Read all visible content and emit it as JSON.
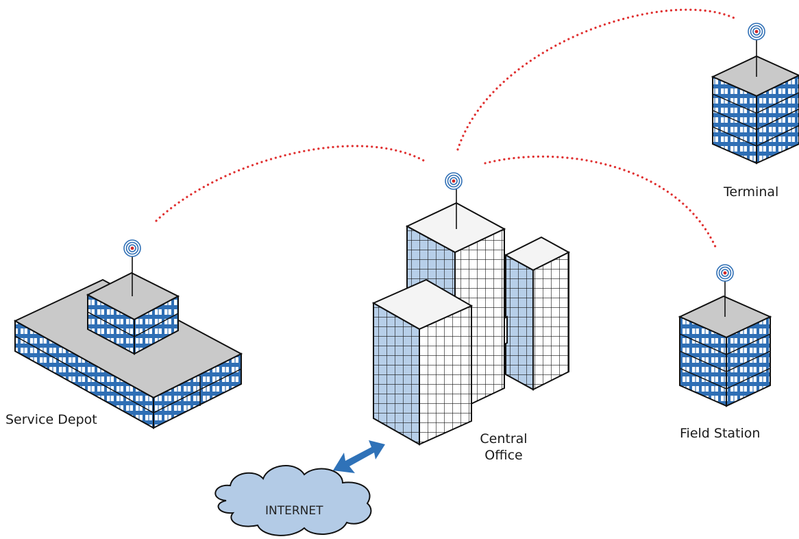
{
  "labels": {
    "service_depot": "Service Depot",
    "central_office_line1": "Central",
    "central_office_line2": "Office",
    "terminal": "Terminal",
    "field_station": "Field Station",
    "internet": "INTERNET"
  },
  "colors": {
    "link": "#e03030",
    "window_blue": "#2f6fb5",
    "facade_blue": "#4a86c8",
    "roof_gray": "#c9c9c9",
    "cloud_fill": "#b3cbe6",
    "arrow": "#2f72b8"
  },
  "icons": [
    "antenna-icon",
    "building-icon",
    "cloud-icon",
    "double-arrow-icon"
  ]
}
